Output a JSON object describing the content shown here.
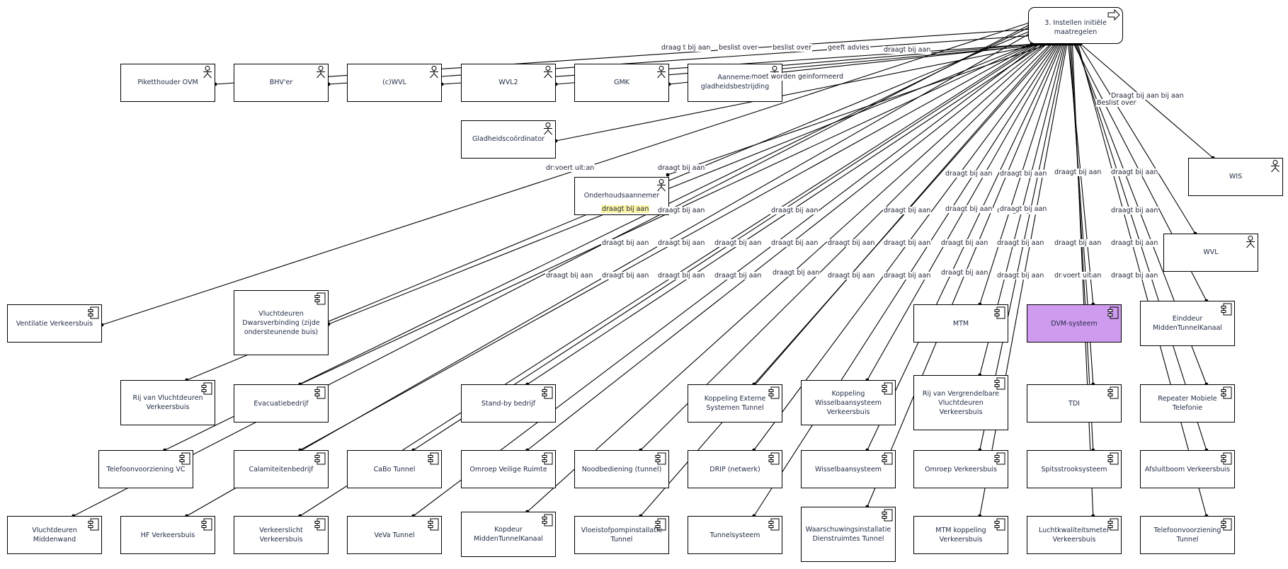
{
  "diagram": {
    "root": {
      "id": "root",
      "label": "3. Instellen initiële maatregelen",
      "kind": "process"
    },
    "highlight_color": "#cf9bee",
    "label_highlight_color": "#fbf4a6",
    "nodes": [
      {
        "id": "piket",
        "label": "Piketthouder OVM",
        "kind": "actor"
      },
      {
        "id": "bhv",
        "label": "BHV'er",
        "kind": "actor"
      },
      {
        "id": "cwvl",
        "label": "(c)WVL",
        "kind": "actor"
      },
      {
        "id": "wvl2",
        "label": "WVL2",
        "kind": "actor"
      },
      {
        "id": "gmk",
        "label": "GMK",
        "kind": "actor"
      },
      {
        "id": "aannemer",
        "label": "Aannemer gladheidsbestrijding",
        "kind": "actor"
      },
      {
        "id": "gladheid",
        "label": "Gladheidscoördinator",
        "kind": "actor"
      },
      {
        "id": "onderhoud",
        "label": "Onderhoudsaannemer",
        "kind": "actor"
      },
      {
        "id": "wis",
        "label": "WIS",
        "kind": "actor"
      },
      {
        "id": "wvl",
        "label": "WVL",
        "kind": "actor"
      },
      {
        "id": "ventilatie",
        "label": "Ventilatie Verkeersbuis",
        "kind": "component"
      },
      {
        "id": "vluchtdwars",
        "label": "Vluchtdeuren Dwarsverbinding (zijde ondersteunende buis)",
        "kind": "component"
      },
      {
        "id": "mtm",
        "label": "MTM",
        "kind": "component"
      },
      {
        "id": "dvm",
        "label": "DVM-systeem",
        "kind": "component",
        "highlight": true
      },
      {
        "id": "einddeur",
        "label": "Einddeur MiddenTunnelKanaal",
        "kind": "component"
      },
      {
        "id": "rijvlucht",
        "label": "Rij van Vluchtdeuren Verkeersbuis",
        "kind": "component"
      },
      {
        "id": "evacuatie",
        "label": "Evacuatiebedrijf",
        "kind": "component"
      },
      {
        "id": "standby",
        "label": "Stand-by bedrijf",
        "kind": "component"
      },
      {
        "id": "koppext",
        "label": "Koppeling Externe Systemen Tunnel",
        "kind": "component"
      },
      {
        "id": "koppwissel",
        "label": "Koppeling Wisselbaansysteem Verkeersbuis",
        "kind": "component"
      },
      {
        "id": "rijvergr",
        "label": "Rij van Vergrendelbare Vluchtdeuren Verkeersbuis",
        "kind": "component"
      },
      {
        "id": "tdi",
        "label": "TDI",
        "kind": "component"
      },
      {
        "id": "repeater",
        "label": "Repeater Mobiele Telefonie",
        "kind": "component"
      },
      {
        "id": "telvc",
        "label": "Telefoonvoorziening VC",
        "kind": "component"
      },
      {
        "id": "calamiteit",
        "label": "Calamiteitenbedrijf",
        "kind": "component"
      },
      {
        "id": "cabo",
        "label": "CaBo Tunnel",
        "kind": "component"
      },
      {
        "id": "omroepveilig",
        "label": "Omroep Veilige Ruimte",
        "kind": "component"
      },
      {
        "id": "noodbed",
        "label": "Noodbediening (tunnel)",
        "kind": "component"
      },
      {
        "id": "drip",
        "label": "DRIP (netwerk)",
        "kind": "component"
      },
      {
        "id": "wisselbaan",
        "label": "Wisselbaansysteem",
        "kind": "component"
      },
      {
        "id": "omroepverk",
        "label": "Omroep Verkeersbuis",
        "kind": "component"
      },
      {
        "id": "spits",
        "label": "Spitsstrooksysteem",
        "kind": "component"
      },
      {
        "id": "afsluit",
        "label": "Afsluitboom Verkeersbuis",
        "kind": "component"
      },
      {
        "id": "vluchtmidden",
        "label": "Vluchtdeuren Middenwand",
        "kind": "component"
      },
      {
        "id": "hf",
        "label": "HF Verkeersbuis",
        "kind": "component"
      },
      {
        "id": "verkeerslicht",
        "label": "Verkeerslicht Verkeersbuis",
        "kind": "component"
      },
      {
        "id": "veva",
        "label": "VeVa Tunnel",
        "kind": "component"
      },
      {
        "id": "kopdeur",
        "label": "Kopdeur MiddenTunnelKanaal",
        "kind": "component"
      },
      {
        "id": "vloeistof",
        "label": "Vloeistofpompinstallatie Tunnel",
        "kind": "component"
      },
      {
        "id": "tunnelsys",
        "label": "Tunnelsysteem",
        "kind": "component"
      },
      {
        "id": "waarschuw",
        "label": "Waarschuwingsinstallatie Dienstruimtes Tunnel",
        "kind": "component"
      },
      {
        "id": "mtmkopp",
        "label": "MTM koppeling Verkeersbuis",
        "kind": "component"
      },
      {
        "id": "lucht",
        "label": "Luchtkwaliteitsmeter Verkeersbuis",
        "kind": "component"
      },
      {
        "id": "telTunnel",
        "label": "Telefoonvoorziening Tunnel",
        "kind": "component"
      }
    ],
    "edge_labels": [
      {
        "text": "draag t bij aan"
      },
      {
        "text": "beslist over"
      },
      {
        "text": "beslist over"
      },
      {
        "text": "geeft  advies"
      },
      {
        "text": "draagt bij aan"
      },
      {
        "text": "moet worden geinformeerd"
      },
      {
        "text": "dr:voert uit:an"
      },
      {
        "text": "draagt bij aan"
      },
      {
        "text": "draagt  bij aan",
        "highlight": true
      },
      {
        "text": "draagt bij aan"
      },
      {
        "text": "draagt bij aan"
      },
      {
        "text": "draagt  bij aan"
      },
      {
        "text": "draagt bij aan"
      },
      {
        "text": "draagt bij aan"
      },
      {
        "text": "draagt bij aan"
      },
      {
        "text": "draagt bij aan"
      },
      {
        "text": "draagt bij aan"
      },
      {
        "text": "draagt  bij aan"
      },
      {
        "text": "draagt bij aan"
      },
      {
        "text": "draagt bij aan"
      },
      {
        "text": "draagt bij aan"
      },
      {
        "text": "draagt bij aan"
      },
      {
        "text": "draagt bij aan"
      },
      {
        "text": "draagt bij aan"
      },
      {
        "text": "draagt bij aan"
      },
      {
        "text": "draagt bij aan"
      },
      {
        "text": "draagt bij aan"
      },
      {
        "text": "draagt bij aan"
      },
      {
        "text": "draagt bij aan"
      },
      {
        "text": "draagt bij aan"
      },
      {
        "text": "draagt bij aan"
      },
      {
        "text": "draagt bij aan"
      },
      {
        "text": "draagt bij aan"
      },
      {
        "text": "draagt bij aan"
      },
      {
        "text": "draagt  bij aan"
      },
      {
        "text": "draagt bij aan"
      },
      {
        "text": "draagt bij aan"
      },
      {
        "text": "draagt bij aan"
      },
      {
        "text": "draagt bij aan"
      },
      {
        "text": "draagt bij aan"
      },
      {
        "text": "draagt bij aan"
      },
      {
        "text": "voert uit"
      },
      {
        "text": "draagt bij aan"
      },
      {
        "text": "Draagt bij aan  bij aan"
      },
      {
        "text": "Beslist over"
      }
    ]
  }
}
